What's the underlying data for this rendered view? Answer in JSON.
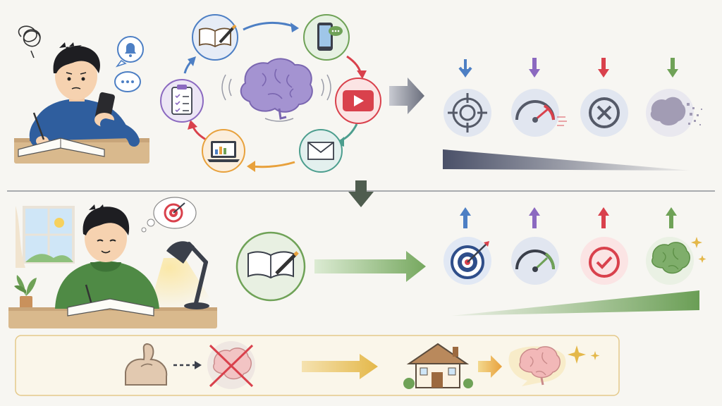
{
  "top_section": {
    "scene": "distracted-student-studying-with-phone",
    "cycle_icons": [
      "book-pencil-icon",
      "phone-chat-icon",
      "video-play-icon",
      "email-icon",
      "laptop-chart-icon",
      "clipboard-checklist-icon"
    ],
    "center_icon": "brain-icon",
    "outcomes": [
      {
        "icon": "target-icon",
        "direction": "down",
        "color": "#4d7fc4"
      },
      {
        "icon": "speedometer-icon",
        "direction": "down",
        "color": "#8b69c0"
      },
      {
        "icon": "x-circle-icon",
        "direction": "down",
        "color": "#d9414c"
      },
      {
        "icon": "fading-brain-icon",
        "direction": "down",
        "color": "#6fa257"
      }
    ]
  },
  "bottom_section": {
    "scene": "focused-student-studying-with-lamp",
    "single_task_icon": "book-pencil-icon",
    "outcomes": [
      {
        "icon": "bullseye-icon",
        "direction": "up",
        "color": "#4d7fc4"
      },
      {
        "icon": "speedometer-icon",
        "direction": "up",
        "color": "#8b69c0"
      },
      {
        "icon": "check-circle-icon",
        "direction": "up",
        "color": "#d9414c"
      },
      {
        "icon": "sparkling-brain-icon",
        "direction": "up",
        "color": "#6fa257"
      }
    ]
  },
  "summary_banner": {
    "icons": [
      "flexed-arm-icon",
      "crossed-brain-icon",
      "house-icon",
      "healthy-brain-icon",
      "sparkle-icon"
    ]
  },
  "colors": {
    "blue": "#4d7fc4",
    "purple": "#8b69c0",
    "red": "#d9414c",
    "green": "#6fa257",
    "orange": "#e8a13c",
    "gold": "#e4b84a",
    "dark_gray": "#595c6b",
    "brain_purple": "#a493d1",
    "brain_green": "#7fae6b",
    "brain_pink": "#f2b8b8"
  }
}
